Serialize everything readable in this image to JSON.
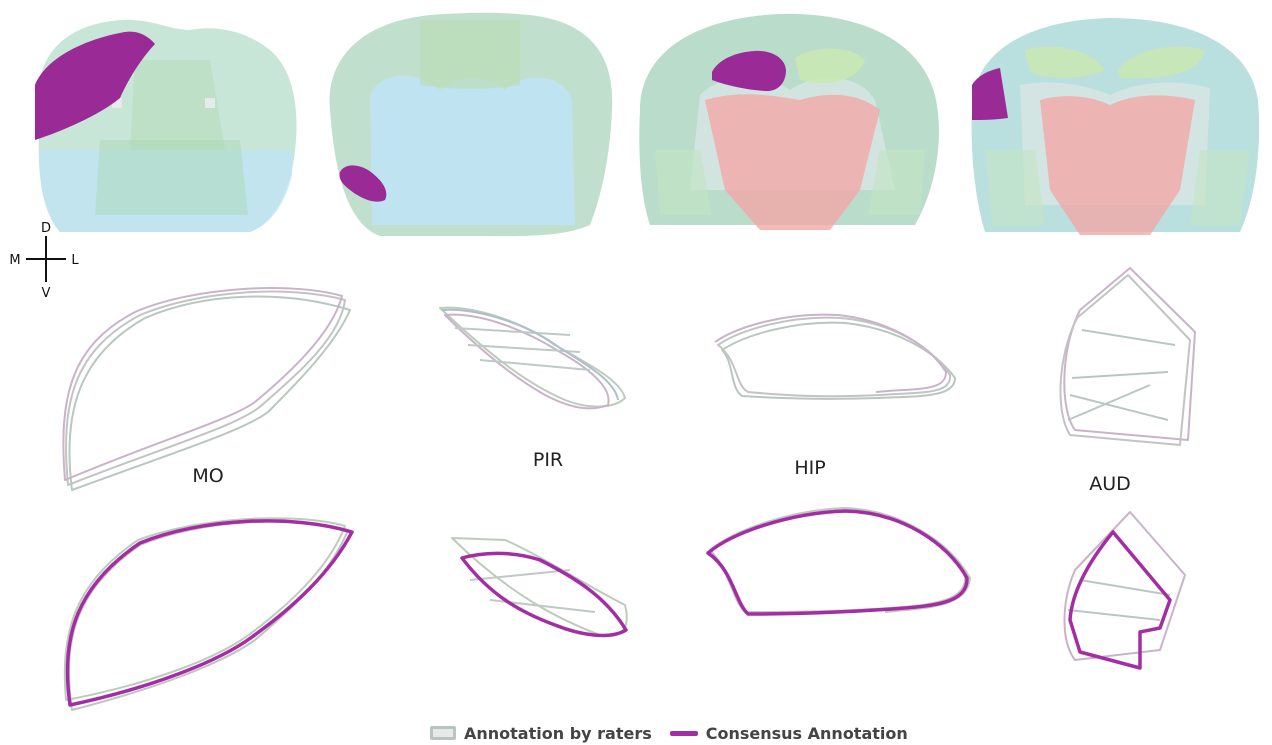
{
  "orientation": {
    "dorsal": "D",
    "ventral": "V",
    "medial": "M",
    "lateral": "L"
  },
  "regions": [
    {
      "label": "MO"
    },
    {
      "label": "PIR"
    },
    {
      "label": "HIP"
    },
    {
      "label": "AUD"
    }
  ],
  "legend": {
    "raters_label": "Annotation by raters",
    "consensus_label": "Consensus Annotation"
  },
  "colors": {
    "consensus": "#a32ea4",
    "raters": [
      "#b9c2c0",
      "#c9b3c8",
      "#bdcbbd",
      "#aebfc7",
      "#c3c3c3"
    ],
    "highlight_region": "#9a2a96",
    "cortex_green": "#8cc7a4",
    "striatum_blue": "#bfe3f5",
    "thalamus_red": "#f3a8a6",
    "hippocampus_lightgreen": "#c9e8b4"
  }
}
